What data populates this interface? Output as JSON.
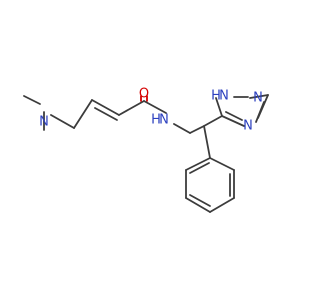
{
  "molecule": {
    "atoms": {
      "n_amine": {
        "label": "N",
        "color": "#2b3fbf"
      },
      "o_carbonyl": {
        "label": "O",
        "color": "#d40000"
      },
      "n_amide": {
        "label": "N",
        "color": "#2b3fbf"
      },
      "h_amide": {
        "label": "H",
        "color": "#2b3fbf"
      },
      "n_triazole_1": {
        "label": "N",
        "color": "#2b3fbf"
      },
      "h_triazole": {
        "label": "H",
        "color": "#2b3fbf"
      },
      "n_triazole_2": {
        "label": "N",
        "color": "#2b3fbf"
      },
      "n_triazole_4": {
        "label": "N",
        "color": "#2b3fbf"
      }
    }
  }
}
